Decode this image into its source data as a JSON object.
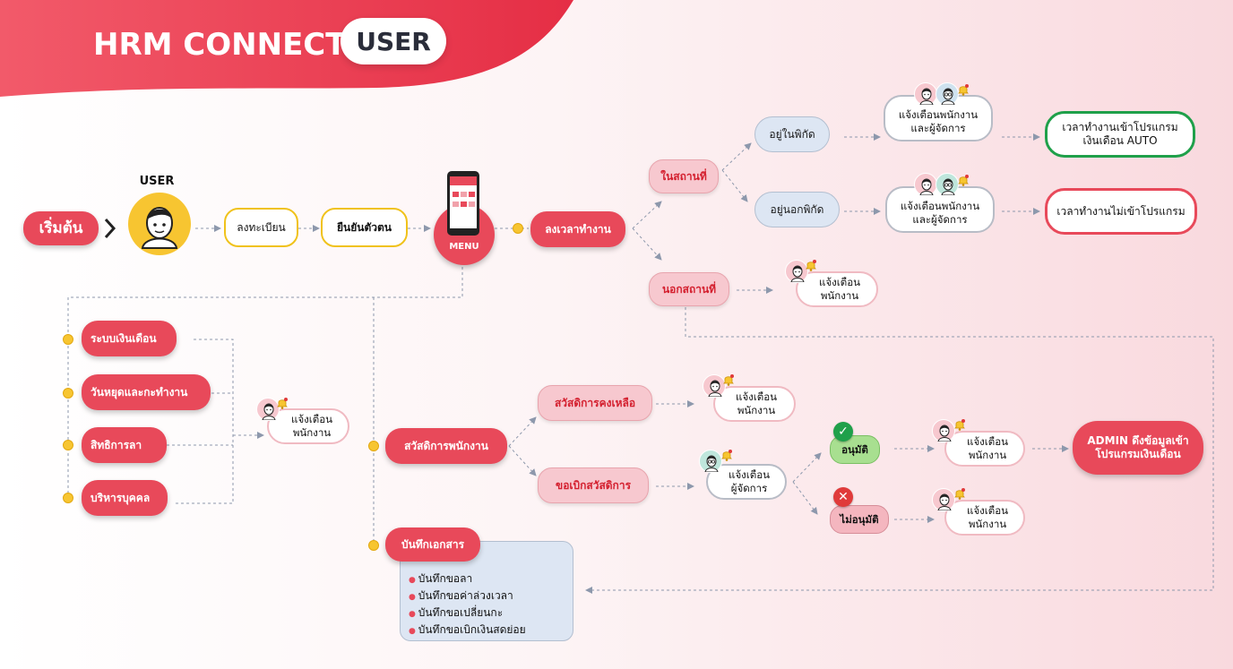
{
  "header": {
    "title": "HRM CONNECT",
    "tag": "USER"
  },
  "colors": {
    "primary": "#e8495a",
    "header_gradient": [
      "#f25a6a",
      "#e52e45"
    ],
    "accent_yellow": "#f7c531",
    "approve_green": "#1fa04a"
  },
  "start": {
    "label": "เริ่มต้น",
    "user_label": "USER"
  },
  "steps": {
    "register": "ลงทะเบียน",
    "verify": "ยืนยันตัวตน",
    "menu": "MENU",
    "checkin": "ลงเวลาทำงาน"
  },
  "checkin_branch": {
    "onsite": "ในสถานที่",
    "offsite": "นอกสถานที่",
    "in_area": "อยู่ในพิกัด",
    "out_area": "อยู่นอกพิกัด",
    "notify_emp_mgr_1": [
      "แจ้งเตือนพนักงาน",
      "และผู้จัดการ"
    ],
    "notify_emp_mgr_2": [
      "แจ้งเตือนพนักงาน",
      "และผู้จัดการ"
    ],
    "notify_offsite": [
      "แจ้งเตือน",
      "พนักงาน"
    ],
    "result_in": [
      "เวลาทำงานเข้าโปรแกรม",
      "เงินเดือน AUTO"
    ],
    "result_out": "เวลาทำงานไม่เข้าโปรแกรม"
  },
  "left_menu": {
    "items": [
      "ระบบเงินเดือน",
      "วันหยุดและกะทำงาน",
      "สิทธิการลา",
      "บริหารบุคคล"
    ],
    "notify": [
      "แจ้งเตือน",
      "พนักงาน"
    ]
  },
  "welfare": {
    "main": "สวัสดิการพนักงาน",
    "remaining": "สวัสดิการคงเหลือ",
    "notify_remaining": [
      "แจ้งเตือน",
      "พนักงาน"
    ],
    "request": "ขอเบิกสวัสดิการ",
    "notify_manager": [
      "แจ้งเตือน",
      "ผู้จัดการ"
    ],
    "approve": "อนุมัติ",
    "reject": "ไม่อนุมัติ",
    "notify_approve": [
      "แจ้งเตือน",
      "พนักงาน"
    ],
    "notify_reject": [
      "แจ้งเตือน",
      "พนักงาน"
    ],
    "admin_result": [
      "ADMIN ดึงข้อมูลเข้า",
      "โปรแกรมเงินเดือน"
    ]
  },
  "documents": {
    "title": "บันทึกเอกสาร",
    "items": [
      "บันทึกขอลา",
      "บันทึกขอค่าล่วงเวลา",
      "บันทึกขอเปลี่ยนกะ",
      "บันทึกขอเบิกเงินสดย่อย"
    ]
  }
}
